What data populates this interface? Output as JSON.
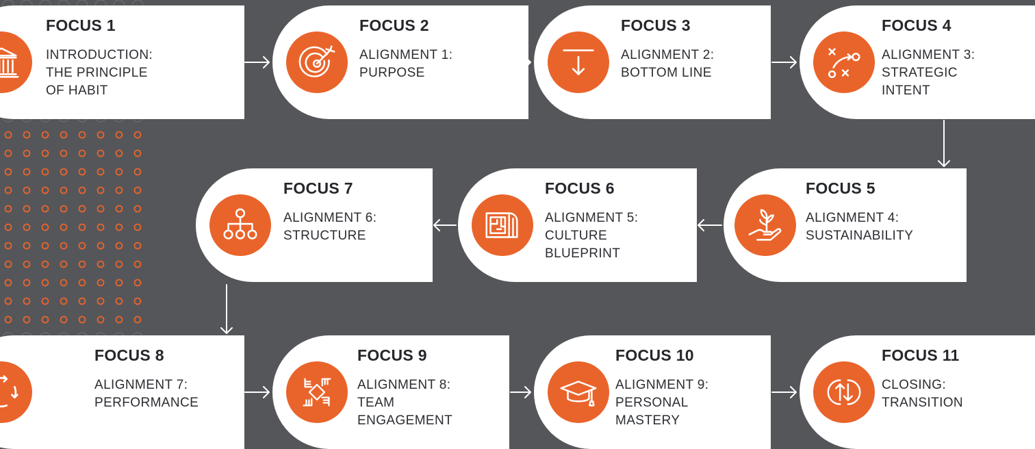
{
  "colors": {
    "background": "#55565a",
    "accent": "#e9642b",
    "card": "#ffffff",
    "text": "#25272b"
  },
  "steps": [
    {
      "title": "FOCUS 1",
      "text": "INTRODUCTION:\nTHE PRINCIPLE\nOF HABIT",
      "icon": "pillar-building-icon"
    },
    {
      "title": "FOCUS 2",
      "text": "ALIGNMENT 1:\nPURPOSE",
      "icon": "target-icon"
    },
    {
      "title": "FOCUS 3",
      "text": "ALIGNMENT 2:\nBOTTOM LINE",
      "icon": "bottom-line-arrow-icon"
    },
    {
      "title": "FOCUS 4",
      "text": "ALIGNMENT 3:\nSTRATEGIC\nINTENT",
      "icon": "strategy-play-icon"
    },
    {
      "title": "FOCUS 5",
      "text": "ALIGNMENT 4:\nSUSTAINABILITY",
      "icon": "hand-plant-icon"
    },
    {
      "title": "FOCUS 6",
      "text": "ALIGNMENT 5:\nCULTURE\nBLUEPRINT",
      "icon": "blueprint-icon"
    },
    {
      "title": "FOCUS 7",
      "text": "ALIGNMENT 6:\nSTRUCTURE",
      "icon": "org-chart-icon"
    },
    {
      "title": "FOCUS 8",
      "text": "ALIGNMENT 7:\nPERFORMANCE",
      "icon": "cycle-arrows-icon"
    },
    {
      "title": "FOCUS 9",
      "text": "ALIGNMENT 8:\nTEAM\nENGAGEMENT",
      "icon": "linked-hands-icon"
    },
    {
      "title": "FOCUS 10",
      "text": "ALIGNMENT 9:\nPERSONAL\nMASTERY",
      "icon": "graduation-cap-icon"
    },
    {
      "title": "FOCUS 11",
      "text": "CLOSING:\nTRANSITION",
      "icon": "transition-arrows-icon"
    }
  ]
}
